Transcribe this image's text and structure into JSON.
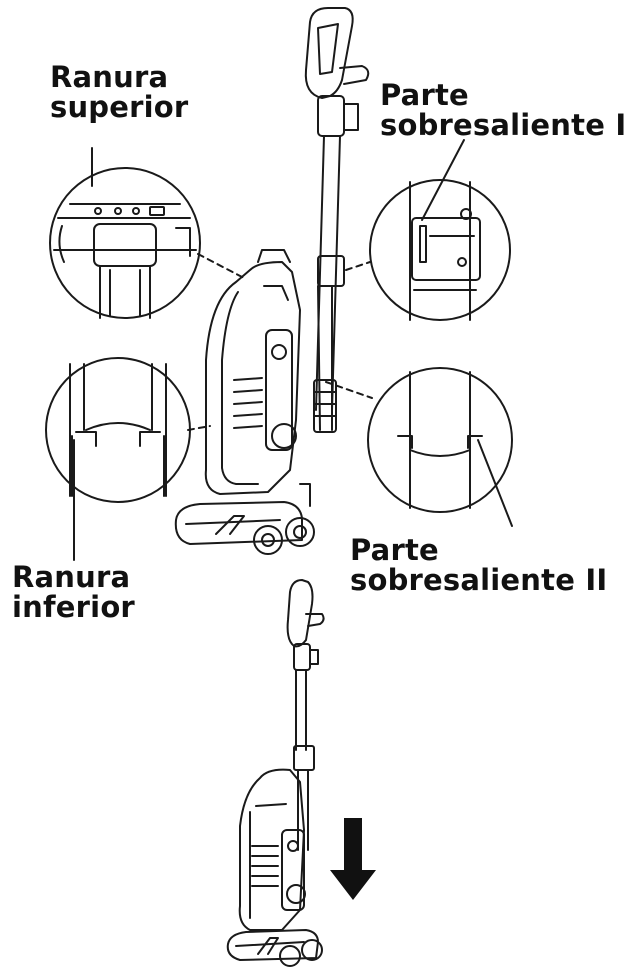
{
  "labels": {
    "upper_slot": [
      "Ranura",
      "superior"
    ],
    "protrusion_1": [
      "Parte",
      "sobresaliente I"
    ],
    "lower_slot": [
      "Ranura",
      "inferior"
    ],
    "protrusion_2": [
      "Parte",
      "sobresaliente II"
    ]
  },
  "icons": {
    "step_arrow": "arrow-down-icon"
  },
  "colors": {
    "line": "#1a1a1a",
    "arrow": "#111111",
    "background": "#ffffff"
  }
}
